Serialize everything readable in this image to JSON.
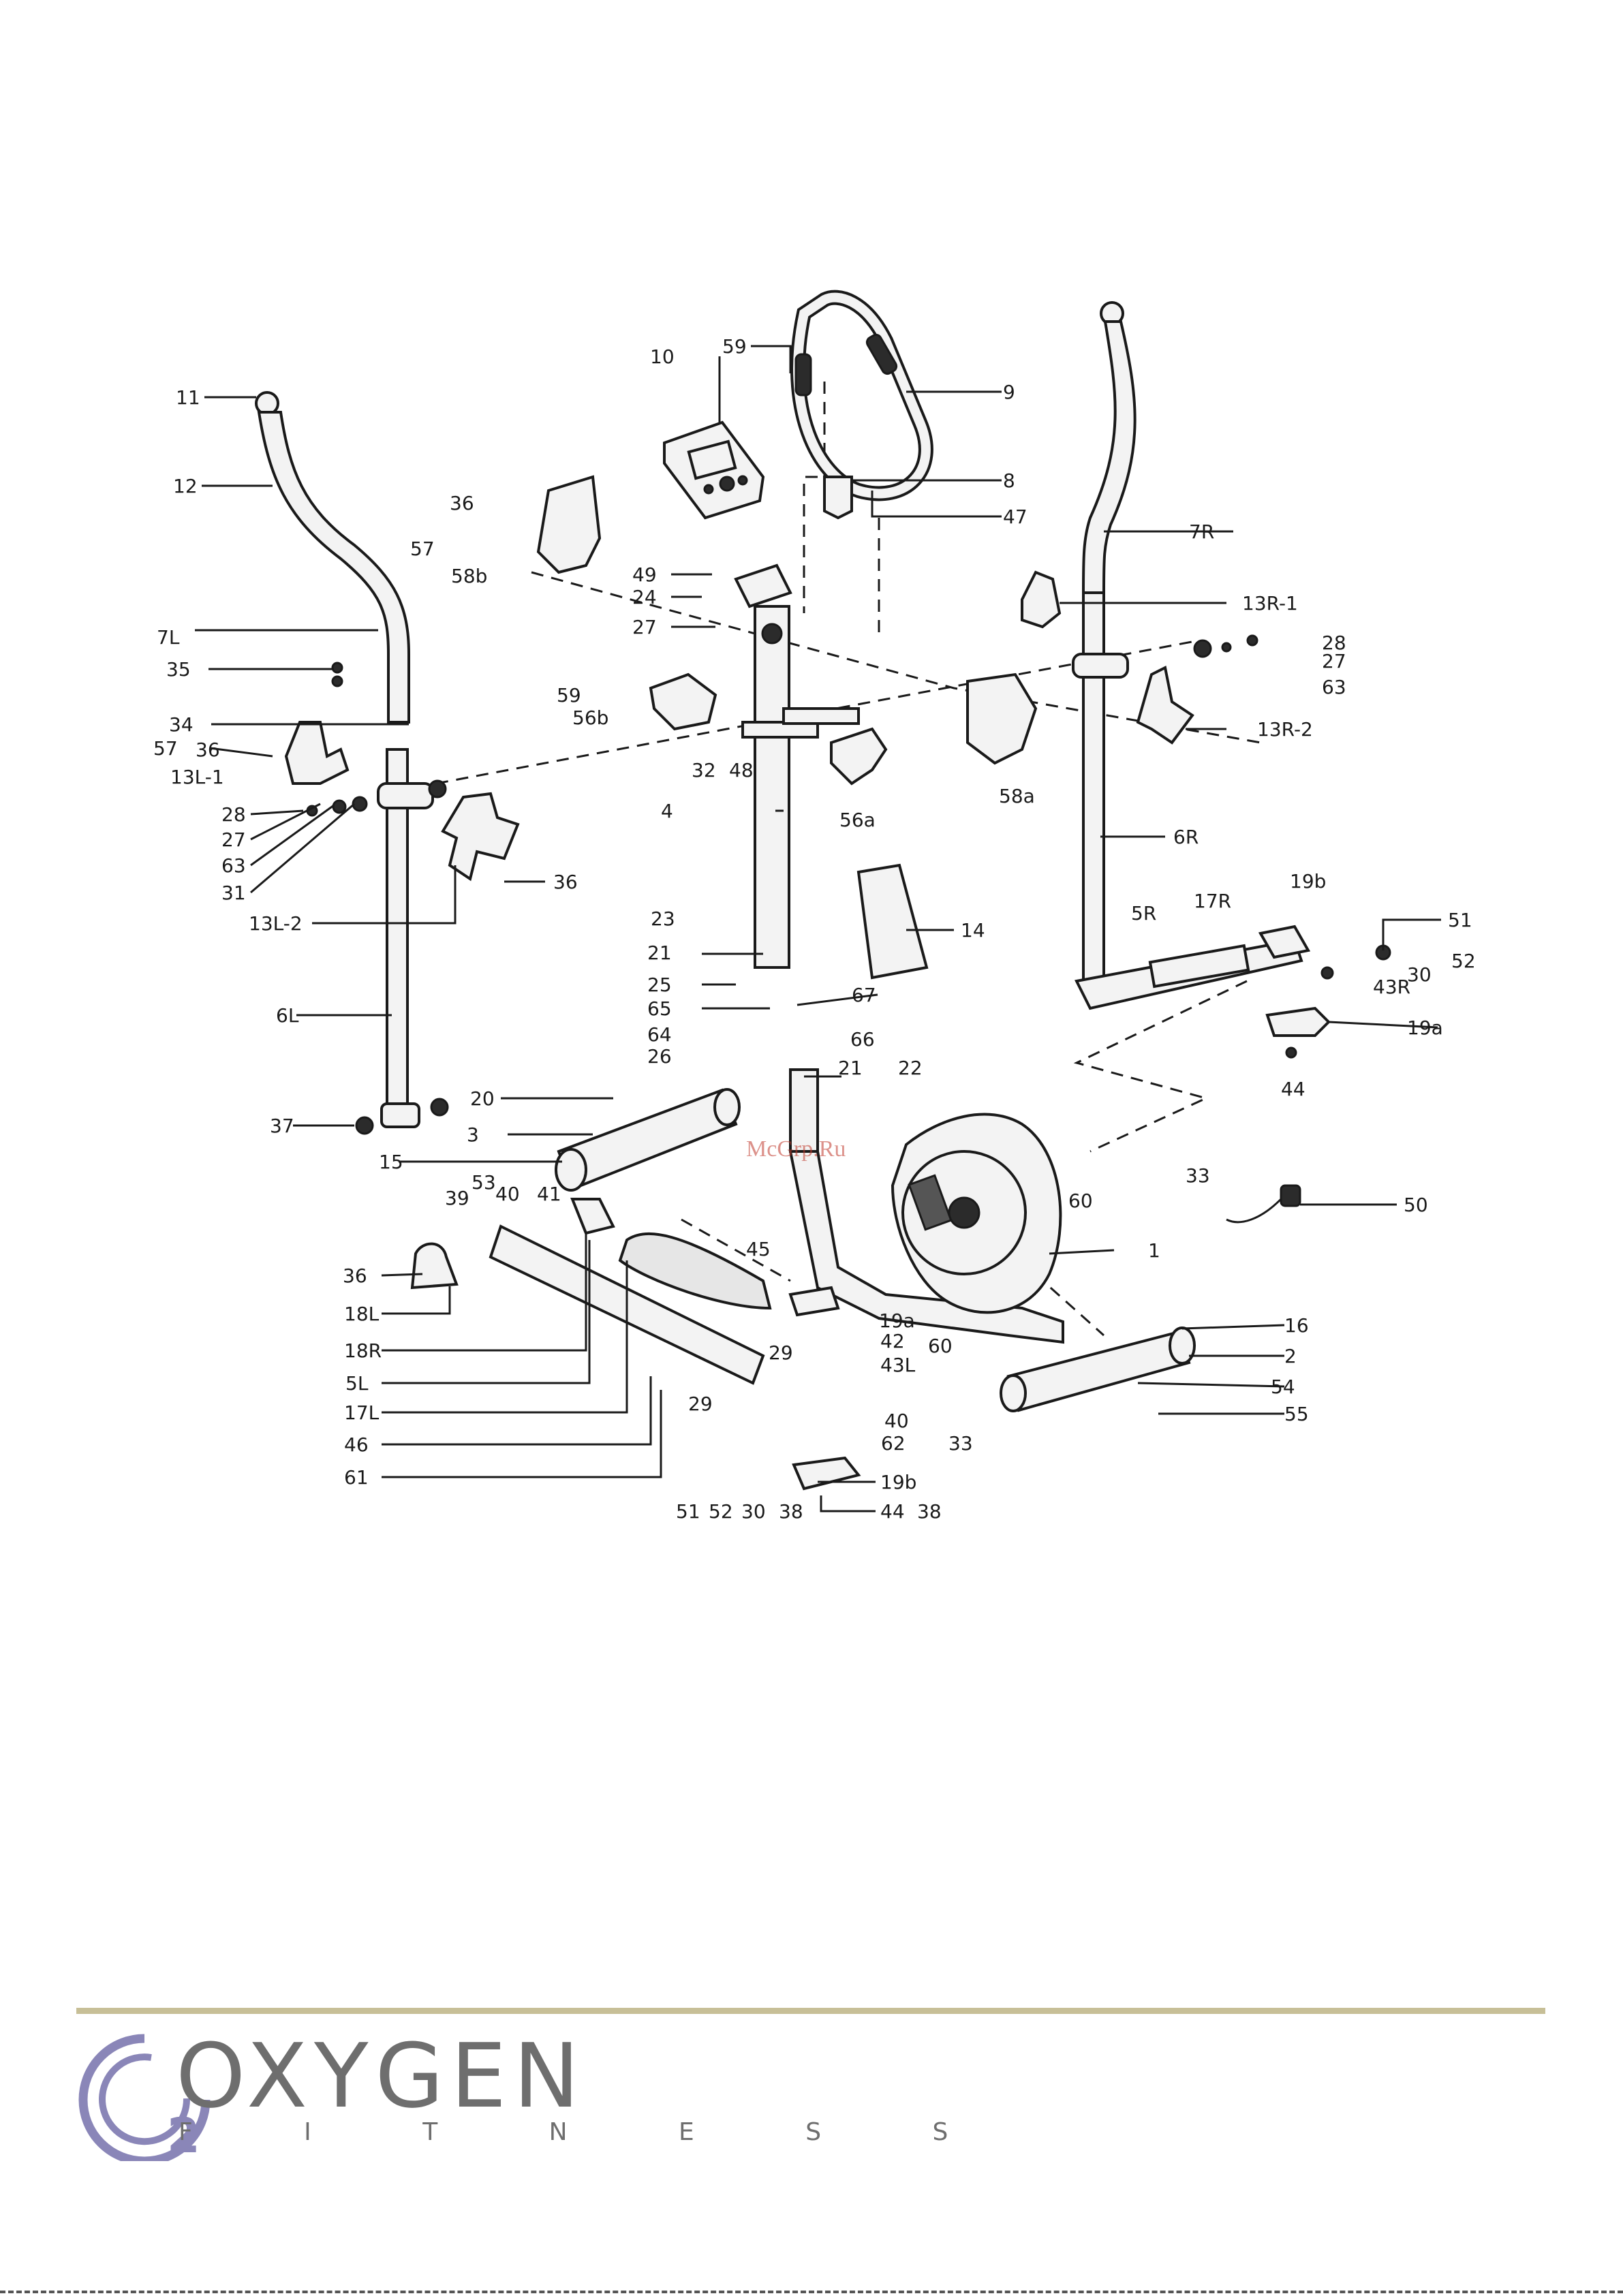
{
  "watermark": "McGrp.Ru",
  "brand": {
    "name": "OXYGEN",
    "tagline": "F I T N E S S",
    "mark": "2",
    "color_primary": "#8a86b8",
    "color_text": "#6e6e6e",
    "rule_color": "#c7bf97"
  },
  "labels": [
    {
      "id": "l11",
      "text": "11"
    },
    {
      "id": "l12",
      "text": "12"
    },
    {
      "id": "l7L",
      "text": "7L"
    },
    {
      "id": "l35",
      "text": "35"
    },
    {
      "id": "l34",
      "text": "34"
    },
    {
      "id": "l57a",
      "text": "57"
    },
    {
      "id": "l36a",
      "text": "36"
    },
    {
      "id": "l13L1",
      "text": "13L-1"
    },
    {
      "id": "l28a",
      "text": "28"
    },
    {
      "id": "l27a",
      "text": "27"
    },
    {
      "id": "l63a",
      "text": "63"
    },
    {
      "id": "l31",
      "text": "31"
    },
    {
      "id": "l13L2",
      "text": "13L-2"
    },
    {
      "id": "l36b",
      "text": "36"
    },
    {
      "id": "l6L",
      "text": "6L"
    },
    {
      "id": "l37",
      "text": "37"
    },
    {
      "id": "l36c",
      "text": "36"
    },
    {
      "id": "l57b",
      "text": "57"
    },
    {
      "id": "l58b",
      "text": "58b"
    },
    {
      "id": "l10",
      "text": "10"
    },
    {
      "id": "l59a",
      "text": "59"
    },
    {
      "id": "l9",
      "text": "9"
    },
    {
      "id": "l8",
      "text": "8"
    },
    {
      "id": "l47",
      "text": "47"
    },
    {
      "id": "l49",
      "text": "49"
    },
    {
      "id": "l24",
      "text": "24"
    },
    {
      "id": "l27b",
      "text": "27"
    },
    {
      "id": "l59b",
      "text": "59"
    },
    {
      "id": "l56b",
      "text": "56b"
    },
    {
      "id": "l32",
      "text": "32"
    },
    {
      "id": "l48",
      "text": "48"
    },
    {
      "id": "l56a",
      "text": "56a"
    },
    {
      "id": "l4",
      "text": "4"
    },
    {
      "id": "l58a",
      "text": "58a"
    },
    {
      "id": "l7R",
      "text": "7R"
    },
    {
      "id": "l13R1",
      "text": "13R-1"
    },
    {
      "id": "l28b",
      "text": "28"
    },
    {
      "id": "l27c",
      "text": "27"
    },
    {
      "id": "l63b",
      "text": "63"
    },
    {
      "id": "l13R2",
      "text": "13R-2"
    },
    {
      "id": "l6R",
      "text": "6R"
    },
    {
      "id": "l14",
      "text": "14"
    },
    {
      "id": "l23",
      "text": "23"
    },
    {
      "id": "l21a",
      "text": "21"
    },
    {
      "id": "l25",
      "text": "25"
    },
    {
      "id": "l65",
      "text": "65"
    },
    {
      "id": "l67",
      "text": "67"
    },
    {
      "id": "l64",
      "text": "64"
    },
    {
      "id": "l26",
      "text": "26"
    },
    {
      "id": "l66",
      "text": "66"
    },
    {
      "id": "l21b",
      "text": "21"
    },
    {
      "id": "l22",
      "text": "22"
    },
    {
      "id": "l5R",
      "text": "5R"
    },
    {
      "id": "l17R",
      "text": "17R"
    },
    {
      "id": "l19b_r",
      "text": "19b"
    },
    {
      "id": "l51a",
      "text": "51"
    },
    {
      "id": "l52a",
      "text": "52"
    },
    {
      "id": "l30a",
      "text": "30"
    },
    {
      "id": "l43R",
      "text": "43R"
    },
    {
      "id": "l19a_r",
      "text": "19a"
    },
    {
      "id": "l44a",
      "text": "44"
    },
    {
      "id": "l20",
      "text": "20"
    },
    {
      "id": "l3",
      "text": "3"
    },
    {
      "id": "l15",
      "text": "15"
    },
    {
      "id": "l33a",
      "text": "33"
    },
    {
      "id": "l60a",
      "text": "60"
    },
    {
      "id": "l1",
      "text": "1"
    },
    {
      "id": "l50",
      "text": "50"
    },
    {
      "id": "l39",
      "text": "39"
    },
    {
      "id": "l53",
      "text": "53"
    },
    {
      "id": "l40a",
      "text": "40"
    },
    {
      "id": "l41",
      "text": "41"
    },
    {
      "id": "l45",
      "text": "45"
    },
    {
      "id": "l36d",
      "text": "36"
    },
    {
      "id": "l18L",
      "text": "18L"
    },
    {
      "id": "l18R",
      "text": "18R"
    },
    {
      "id": "l5L",
      "text": "5L"
    },
    {
      "id": "l17L",
      "text": "17L"
    },
    {
      "id": "l46",
      "text": "46"
    },
    {
      "id": "l61",
      "text": "61"
    },
    {
      "id": "l19a_c",
      "text": "19a"
    },
    {
      "id": "l42",
      "text": "42"
    },
    {
      "id": "l29a",
      "text": "29"
    },
    {
      "id": "l43L",
      "text": "43L"
    },
    {
      "id": "l60b",
      "text": "60"
    },
    {
      "id": "l29b",
      "text": "29"
    },
    {
      "id": "l40b",
      "text": "40"
    },
    {
      "id": "l62",
      "text": "62"
    },
    {
      "id": "l33b",
      "text": "33"
    },
    {
      "id": "l16",
      "text": "16"
    },
    {
      "id": "l2",
      "text": "2"
    },
    {
      "id": "l54",
      "text": "54"
    },
    {
      "id": "l55",
      "text": "55"
    },
    {
      "id": "l19b_c",
      "text": "19b"
    },
    {
      "id": "l44b",
      "text": "44"
    },
    {
      "id": "l51b",
      "text": "51"
    },
    {
      "id": "l52b",
      "text": "52"
    },
    {
      "id": "l30b",
      "text": "30"
    },
    {
      "id": "l38a",
      "text": "38"
    },
    {
      "id": "l38b",
      "text": "38"
    }
  ]
}
